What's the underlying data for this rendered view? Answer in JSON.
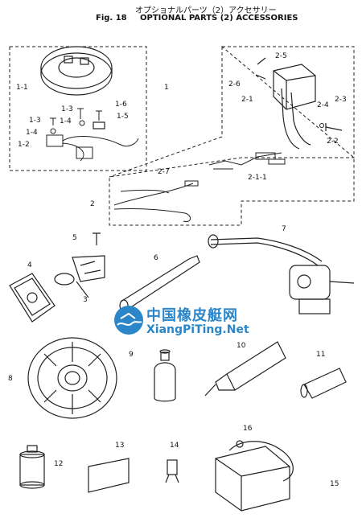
{
  "header": {
    "jp_title": "オプショナルパーツ（2）アクセサリー",
    "fig_label": "Fig. 18",
    "title": "OPTIONAL PARTS (2) ACCESSORIES"
  },
  "watermark": {
    "cn": "中国橡皮艇网",
    "en": "XiangPiTing.Net"
  },
  "callouts": [
    "1-1",
    "1",
    "1-3",
    "1-6",
    "1-3",
    "1-4",
    "1-5",
    "1-4",
    "1-2",
    "2-5",
    "2-6",
    "2-1",
    "2-3",
    "2-4",
    "2-2",
    "2-7",
    "2-1-1",
    "2",
    "5",
    "7",
    "4",
    "6",
    "3",
    "8",
    "9",
    "10",
    "11",
    "12",
    "13",
    "14",
    "16",
    "15"
  ]
}
